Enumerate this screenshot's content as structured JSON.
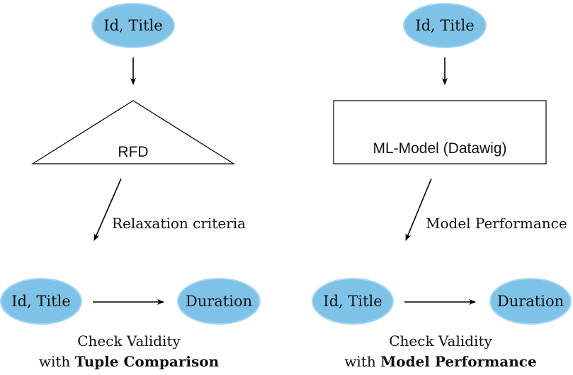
{
  "left": {
    "top_node": "Id, Title",
    "rfd_label": "RFD",
    "edge_label": "Relaxation criteria",
    "bottom_source": "Id, Title",
    "bottom_target": "Duration",
    "caption_line1": "Check Validity",
    "caption_prefix": "with",
    "caption_bold": "Tuple Comparison"
  },
  "right": {
    "top_node": "Id, Title",
    "model_label": "ML-Model (Datawig)",
    "edge_label": "Model Performance",
    "bottom_source": "Id, Title",
    "bottom_target": "Duration",
    "caption_line1": "Check Validity",
    "caption_prefix": "with",
    "caption_bold": "Model Performance"
  },
  "colors": {
    "node_fill": "#7ec3e7",
    "node_stroke": "#a9d6ee",
    "line": "#000000"
  }
}
